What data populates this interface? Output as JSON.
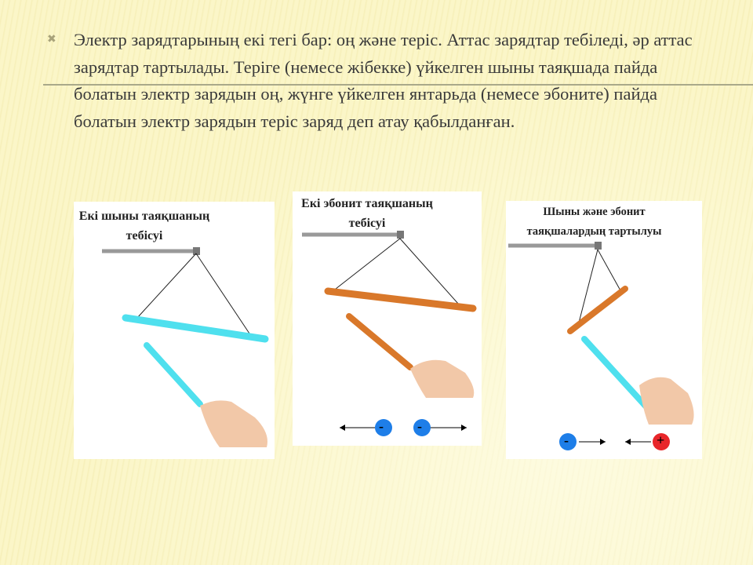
{
  "slide": {
    "bullet_icon": "x-bullet-icon",
    "paragraph": "Электр зарядтарының екі тегі бар: оң және теріс. Аттас зарядтар тебіледі, әр аттас зарядтар тартылады. Теріге (немесе жібекке) үйкелген шыны таяқшада пайда болатын электр зарядын оң, жүнге үйкелген янтарьда (немесе эбоните) пайда болатын электр зарядын теріс заряд деп атау қабылданған."
  },
  "figures": [
    {
      "title": "Екі шыны таяқшаның тебісуі"
    },
    {
      "title": "Екі эбонит таяқшаның тебісуі",
      "charges": [
        "-",
        "-"
      ]
    },
    {
      "title": "Шыны және эбонит таяқшалардың тартылуы",
      "charges": [
        "-",
        "+"
      ]
    }
  ],
  "colors": {
    "glass": "#4fe0ee",
    "ebonite": "#d9782a",
    "negative": "#1e7ee8",
    "positive": "#e8262a"
  }
}
